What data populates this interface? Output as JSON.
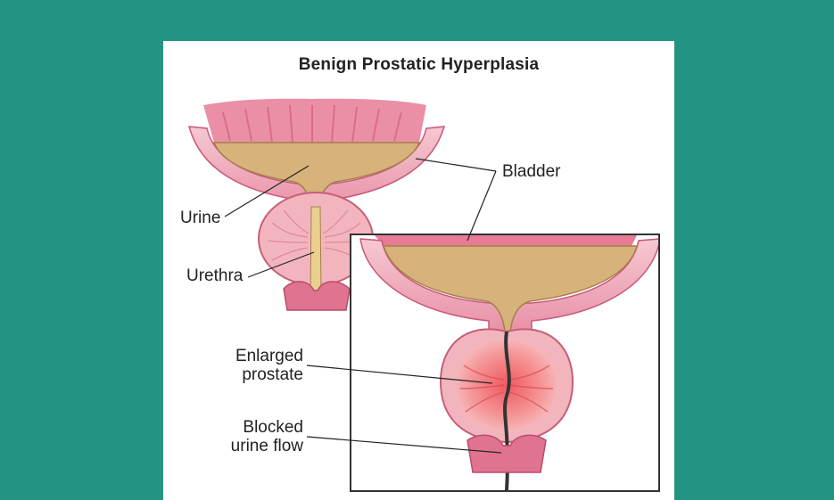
{
  "title": "Benign Prostatic Hyperplasia",
  "labels": {
    "bladder": "Bladder",
    "urine": "Urine",
    "urethra": "Urethra",
    "enlarged_line1": "Enlarged",
    "enlarged_line2": "prostate",
    "blocked_line1": "Blocked",
    "blocked_line2": "urine flow"
  },
  "colors": {
    "background": "#239383",
    "card": "#ffffff",
    "bladder_wall": "#e98fa6",
    "bladder_wall_light": "#f6c6d1",
    "urine": "#d9b47a",
    "prostate": "#f3b4bb",
    "prostate_inflamed": "#f06a6a",
    "text": "#222222"
  }
}
